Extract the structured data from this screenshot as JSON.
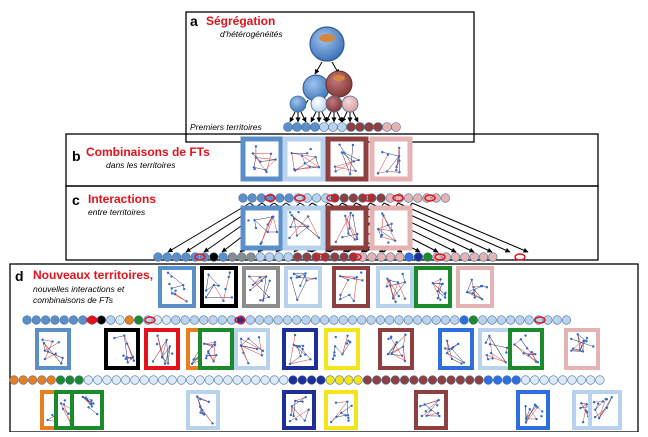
{
  "colors": {
    "accent_red": "#e3121b",
    "blue": "#5b8fc9",
    "light_blue": "#b9d3ee",
    "pale_blue": "#dce9f6",
    "dark_red": "#8e4040",
    "pink": "#e5b3b3",
    "black": "#000000",
    "gray": "#8c8c8c",
    "orange": "#e87e1d",
    "green": "#1a8a2a",
    "yellow": "#f3e51a",
    "navy": "#1f2f9a",
    "bright_blue": "#2e6fe0"
  },
  "panels": {
    "a": {
      "letter": "a",
      "title": "Ségrégation",
      "subtitle": "d'hétérogénéités",
      "note": "Premiers territoires"
    },
    "b": {
      "letter": "b",
      "title": "Combinaisons de FTs",
      "subtitle": "dans les territoires"
    },
    "c": {
      "letter": "c",
      "title": "Interactions",
      "subtitle": "entre territoires"
    },
    "d": {
      "letter": "d",
      "title": "Nouveaux territoires,",
      "subtitle_line1": "nouvelles interactions et",
      "subtitle_line2": "combinaisons de FTs"
    }
  },
  "icons": {
    "network_box": "network-box-icon",
    "cell_circle": "cell-circle-icon",
    "arrow": "arrow-icon"
  }
}
